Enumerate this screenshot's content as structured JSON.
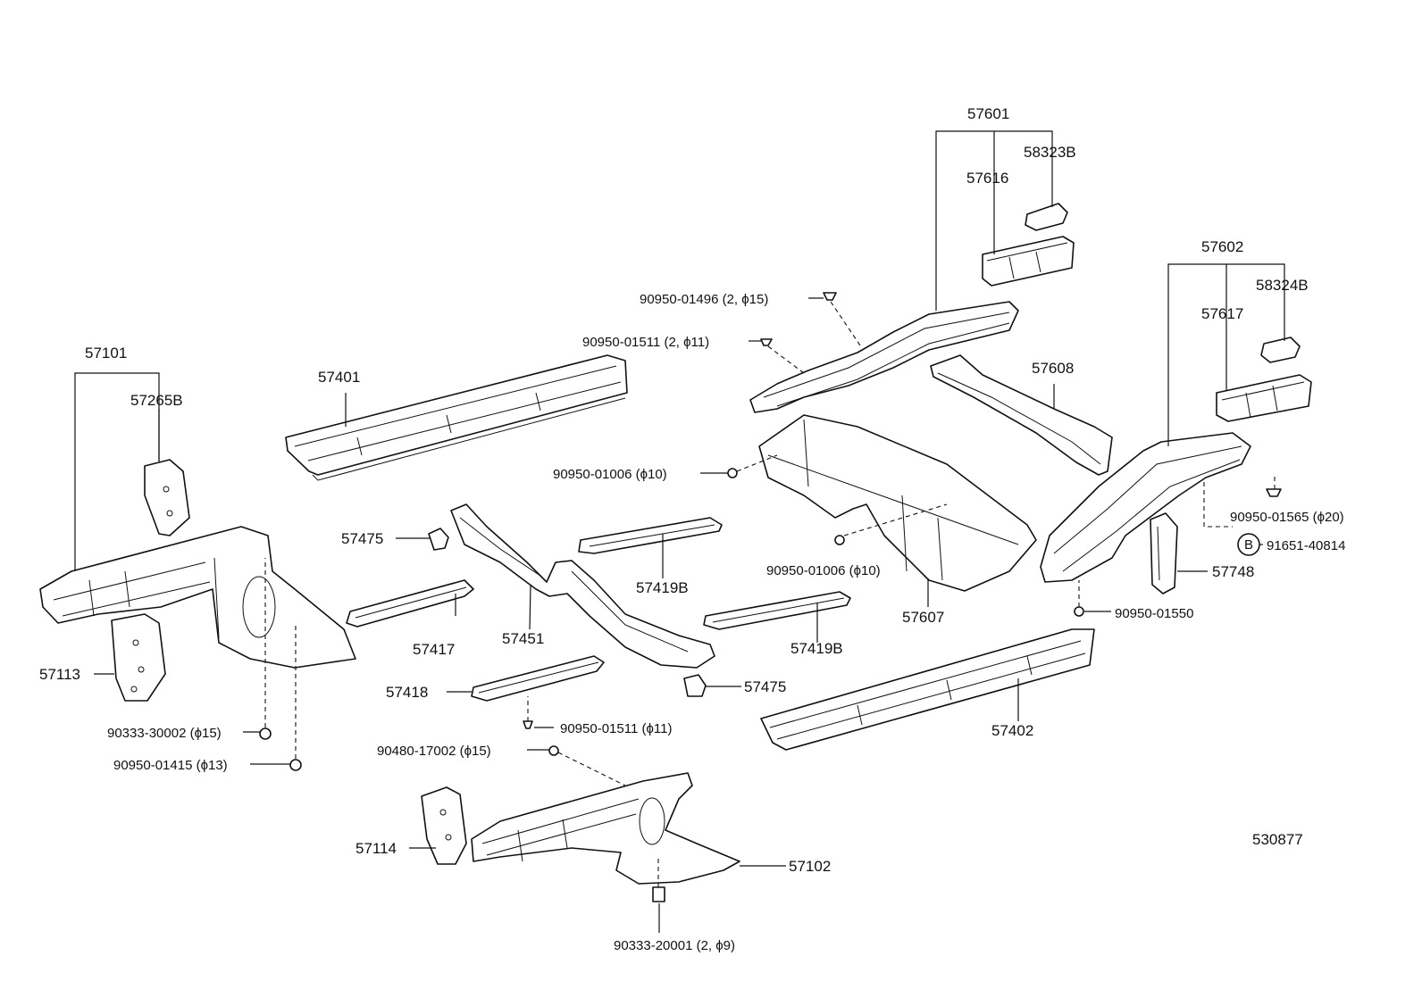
{
  "diagram_id": "530877",
  "callout_b": "B",
  "labels": {
    "p57601": "57601",
    "p58323B": "58323B",
    "p57616": "57616",
    "p57602": "57602",
    "p58324B": "58324B",
    "p57617": "57617",
    "p57608": "57608",
    "p57101": "57101",
    "p57265B": "57265B",
    "p57401": "57401",
    "p57475a": "57475",
    "p57475b": "57475",
    "p57419Ba": "57419B",
    "p57419Bb": "57419B",
    "p57417": "57417",
    "p57451": "57451",
    "p57418": "57418",
    "p57113": "57113",
    "p57607": "57607",
    "p57748": "57748",
    "p57402": "57402",
    "p57114": "57114",
    "p57102": "57102",
    "f01496": "90950-01496 (2, ϕ15)",
    "f01511a": "90950-01511 (2, ϕ11)",
    "f01006a": "90950-01006 (ϕ10)",
    "f01006b": "90950-01006 (ϕ10)",
    "f01565": "90950-01565 (ϕ20)",
    "f40814": "91651-40814",
    "f01550": "90950-01550",
    "f30002": "90333-30002 (ϕ15)",
    "f01415": "90950-01415 (ϕ13)",
    "f01511b": "90950-01511 (ϕ11)",
    "f17002": "90480-17002 (ϕ15)",
    "f20001": "90333-20001 (2, ϕ9)"
  }
}
